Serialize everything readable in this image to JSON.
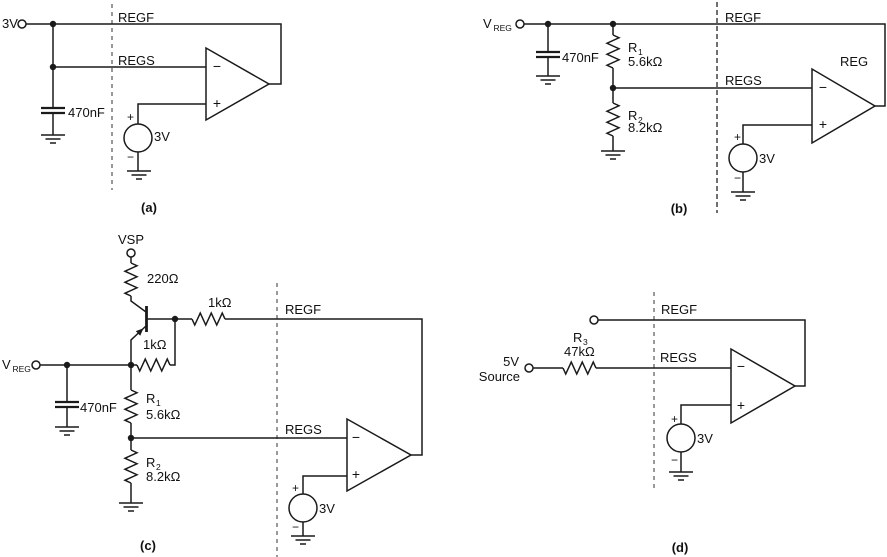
{
  "colors": {
    "background": "#ffffff",
    "wire": "#1a1a1a",
    "text": "#111111",
    "dashed_divider_gray": "#999999",
    "dashed_divider_dark": "#222222"
  },
  "symbols": {
    "plus": "+",
    "minus": "−"
  },
  "circuit_a": {
    "caption": "(a)",
    "input_label": "3V",
    "regf": "REGF",
    "regs": "REGS",
    "capacitor": "470nF",
    "source_value": "3V"
  },
  "circuit_b": {
    "caption": "(b)",
    "input_main": "V",
    "input_sub": "REG",
    "capacitor": "470nF",
    "r1_name": "R",
    "r1_sub": "1",
    "r1_value": "5.6kΩ",
    "r2_name": "R",
    "r2_sub": "2",
    "r2_value": "8.2kΩ",
    "regf": "REGF",
    "regs": "REGS",
    "opamp_label": "REG",
    "source_value": "3V"
  },
  "circuit_c": {
    "caption": "(c)",
    "vsp": "VSP",
    "r_collector_value": "220Ω",
    "r_feedback_value": "1kΩ",
    "r_base_value": "1kΩ",
    "input_main": "V",
    "input_sub": "REG",
    "capacitor": "470nF",
    "r1_name": "R",
    "r1_sub": "1",
    "r1_value": "5.6kΩ",
    "r2_name": "R",
    "r2_sub": "2",
    "r2_value": "8.2kΩ",
    "regf": "REGF",
    "regs": "REGS",
    "source_value": "3V"
  },
  "circuit_d": {
    "caption": "(d)",
    "input_line1": "5V",
    "input_line2": "Source",
    "r3_name": "R",
    "r3_sub": "3",
    "r3_value": "47kΩ",
    "regf": "REGF",
    "regs": "REGS",
    "source_value": "3V"
  }
}
